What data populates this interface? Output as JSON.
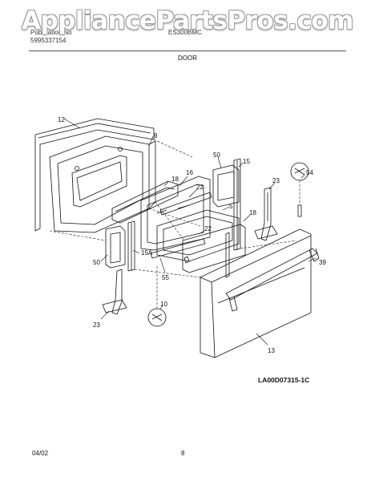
{
  "watermark": "AppliancePartsPros.com",
  "header": {
    "line1_left": "Publication No",
    "line2_left": "5995337154",
    "line1_right": "ES300BMC",
    "section": "DOOR"
  },
  "callouts": {
    "c12": "12",
    "c9": "9",
    "c18a": "18",
    "c16": "16",
    "c50a": "50",
    "c15": "15",
    "c22a": "22",
    "c5": "5",
    "c23a": "23",
    "c54": "54",
    "c18b": "18",
    "c22b": "22",
    "c50b": "50",
    "c15a": "15A",
    "c39": "39",
    "c55": "55",
    "c10": "10",
    "c23b": "23",
    "c13": "13"
  },
  "diagram_code": "LA00D07315-1C",
  "footer": {
    "date": "04/02",
    "page": "8"
  }
}
